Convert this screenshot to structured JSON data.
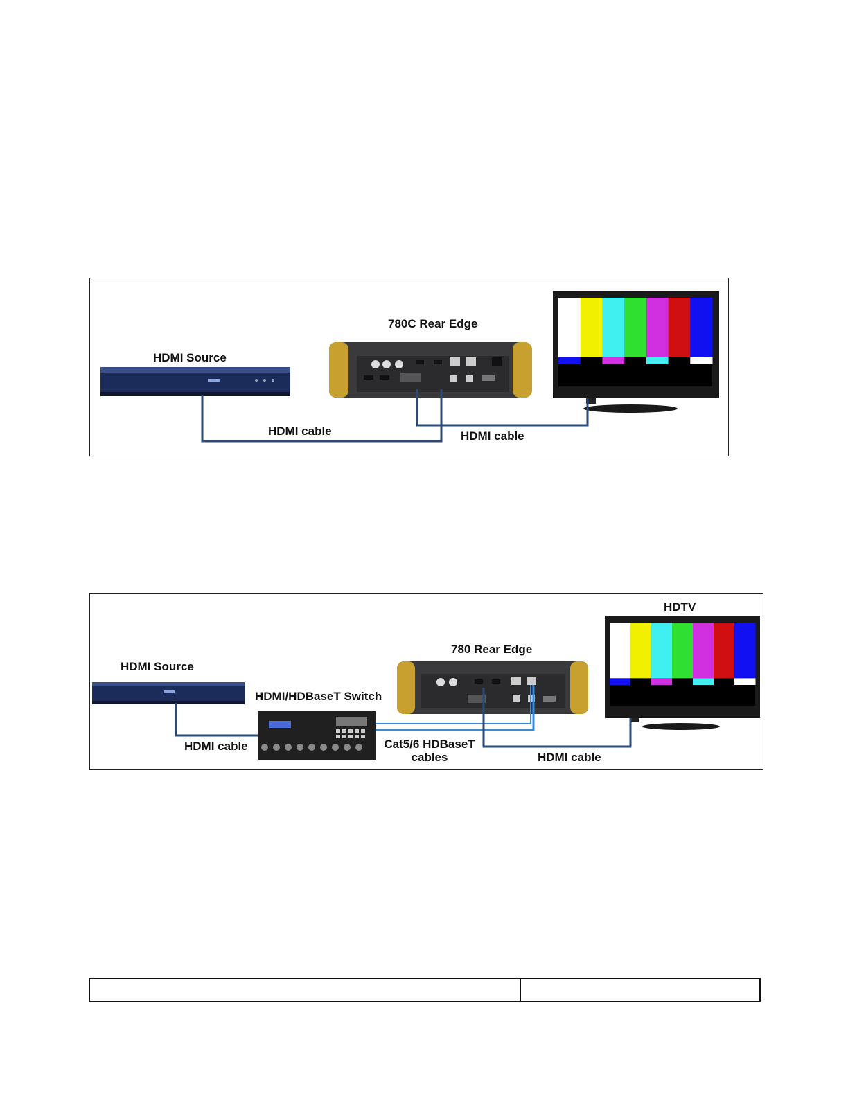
{
  "diagram1": {
    "labels": {
      "source": "HDMI Source",
      "device": "780C Rear Edge",
      "cable_left": "HDMI cable",
      "cable_right": "HDMI cable"
    },
    "cable_color": "#2a4a78"
  },
  "diagram2": {
    "labels": {
      "source": "HDMI Source",
      "switch": "HDMI/HDBaseT Switch",
      "device": "780 Rear Edge",
      "tv": "HDTV",
      "cable_left": "HDMI cable",
      "cat_line1": "Cat5/6 HDBaseT",
      "cat_line2": "cables",
      "cable_right": "HDMI cable"
    },
    "hdmi_cable_color": "#2a4a78",
    "hdbaset_cable_color": "#3a8ad8"
  },
  "colors": {
    "device_body": "#3a3a3c",
    "bumper": "#c8a030",
    "player_blue": "#1c2c5a"
  },
  "color_bars": [
    "#ffffff",
    "#f0f000",
    "#40f0f0",
    "#30e030",
    "#d030e0",
    "#d01010",
    "#1010f0"
  ]
}
